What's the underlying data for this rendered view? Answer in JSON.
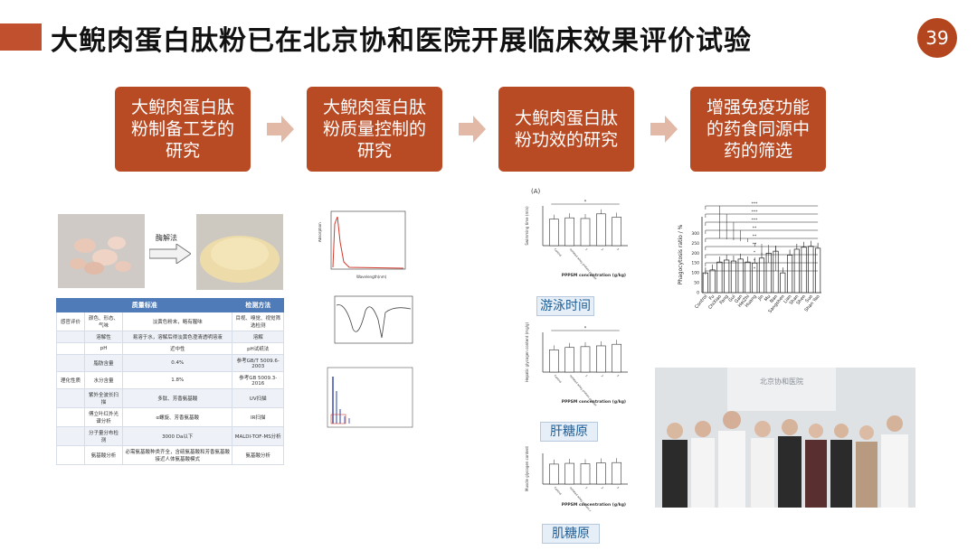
{
  "slide": {
    "title": "大鲵肉蛋白肽粉已在北京协和医院开展临床效果评价试验",
    "page_number": "39",
    "accent_color": "#b84a24"
  },
  "steps": [
    {
      "label": "大鲵肉蛋白肽粉制备工艺的研究"
    },
    {
      "label": "大鲵肉蛋白肽粉质量控制的研究"
    },
    {
      "label": "大鲵肉蛋白肽粉功效的研究"
    },
    {
      "label": "增强免疫功能的药食同源中药的筛选"
    }
  ],
  "process": {
    "arrow_label": "酶解法"
  },
  "table": {
    "headers": [
      "质量标准",
      "检测方法"
    ],
    "rows": [
      [
        "感官评价",
        "颜色、形态、气味",
        "淡黄色粉末，略有腥味",
        "目视、嗅觉、视觉筛选检测"
      ],
      [
        "",
        "溶解性",
        "易溶于水，溶解后得淡黄色澄清透明溶液",
        "溶解"
      ],
      [
        "",
        "pH",
        "近中性",
        "pH试纸法"
      ],
      [
        "",
        "脂肪含量",
        "0.4%",
        "参考GB/T 5009.6-2003"
      ],
      [
        "理化性质",
        "水分含量",
        "1.8%",
        "参考GB 5009.3-2016"
      ],
      [
        "",
        "紫外全波长扫描",
        "多肽、芳香氨基酸",
        "UV扫描"
      ],
      [
        "",
        "傅立叶红外光谱分析",
        "α螺旋、芳香氨基酸",
        "IR扫描"
      ],
      [
        "",
        "分子量分布检测",
        "3000 Da以下",
        "MALDI-TOF-MS分析"
      ],
      [
        "",
        "氨基酸分析",
        "必需氨基酸种类齐全，含硫氨基酸和芳香氨基酸接近人体氨基酸模式",
        "氨基酸分析"
      ]
    ]
  },
  "efficacy": {
    "panel_label": "(A)",
    "x_axis_label": "PPPSM concentration (g/kg)",
    "charts": [
      {
        "ylabel": "Swimming time (min)",
        "caption": "游泳时间",
        "values": [
          200,
          210,
          205,
          240,
          215
        ],
        "max": 300,
        "signif": "*"
      },
      {
        "ylabel": "Hepatic glycogen content (mg/g)",
        "caption": "肝糖原",
        "values": [
          14,
          15.5,
          16,
          16.5,
          17.5
        ],
        "max": 25,
        "signif": "*"
      },
      {
        "ylabel": "Muscle glycogen content",
        "caption": "肌糖原",
        "values": [
          1.3,
          1.35,
          1.32,
          1.38,
          1.4
        ],
        "max": 2,
        "signif": ""
      }
    ],
    "categories": [
      "Control",
      "Isolated whey protein powder",
      "1",
      "2",
      "5"
    ]
  },
  "screening": {
    "ylabel": "Phagocytosis ratio / %",
    "categories": [
      "Control",
      "Fu",
      "ChiXiao",
      "Fang",
      "Gui",
      "Gan",
      "HeiZhi",
      "Huang",
      "Jin",
      "Mu",
      "Nan",
      "Sangshen",
      "Lian",
      "Shan",
      "Shen",
      "Suo",
      "Shan Yao"
    ],
    "values": [
      100,
      115,
      155,
      165,
      160,
      170,
      155,
      150,
      175,
      200,
      210,
      100,
      190,
      220,
      230,
      235,
      225
    ],
    "max": 400,
    "ticks": [
      "0",
      "50",
      "100",
      "150",
      "200",
      "250",
      "300"
    ]
  },
  "photo": {
    "banner": "北京协和医院"
  }
}
